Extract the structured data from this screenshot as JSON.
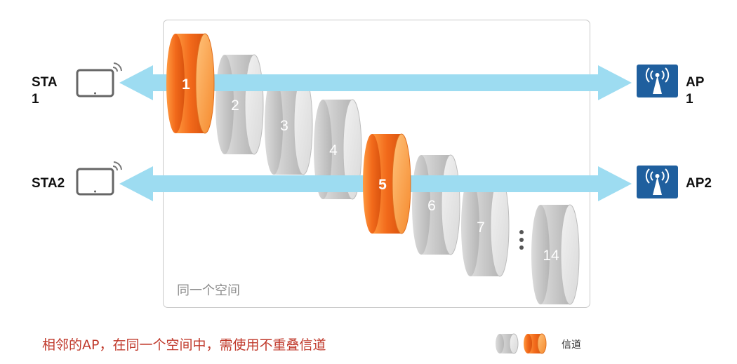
{
  "devices": {
    "sta1_label": "STA\n1",
    "sta2_label": "STA2",
    "ap1_label": "AP\n1",
    "ap2_label": "AP2"
  },
  "channels": [
    {
      "label": "1",
      "state": "active"
    },
    {
      "label": "2",
      "state": "idle"
    },
    {
      "label": "3",
      "state": "idle"
    },
    {
      "label": "4",
      "state": "idle"
    },
    {
      "label": "5",
      "state": "active"
    },
    {
      "label": "6",
      "state": "idle"
    },
    {
      "label": "7",
      "state": "idle"
    },
    {
      "label": "14",
      "state": "idle"
    }
  ],
  "space_label": "同一个空间",
  "note": "相邻的AP，在同一个空间中，需使用不重叠信道",
  "legend": {
    "label": "信道"
  },
  "colors": {
    "arrow": "#9ddcf1",
    "active_channel": "#f26a1b",
    "idle_channel": "#d2d2d2",
    "ap_icon": "#1f5f9e",
    "note_text": "#c0392b"
  },
  "icons": {
    "station": "tablet-icon",
    "ap": "wireless-ap-icon",
    "ellipsis": "vertical-ellipsis"
  }
}
